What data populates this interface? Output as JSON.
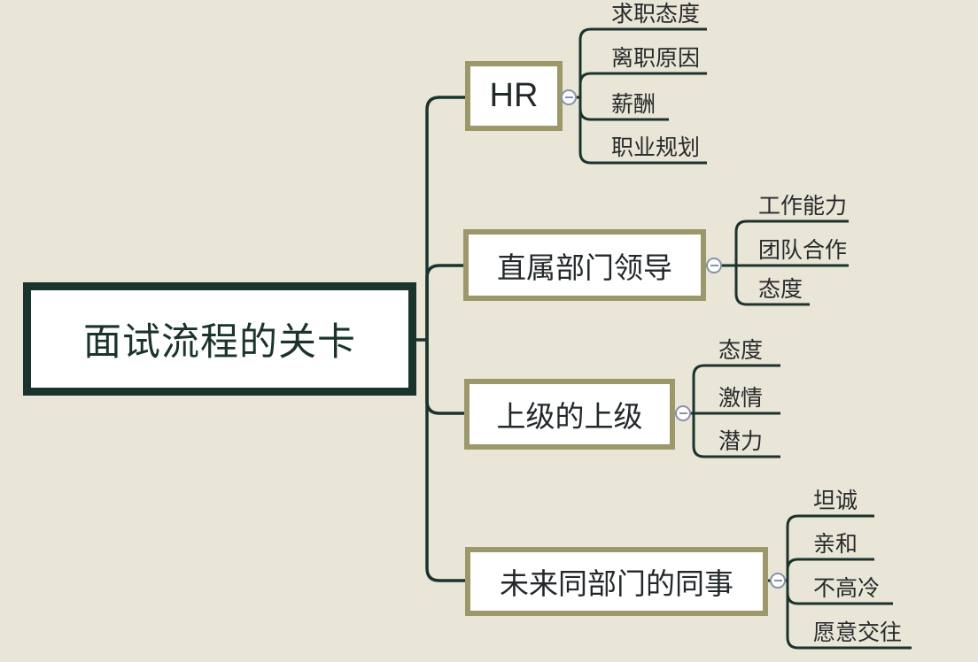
{
  "diagram": {
    "type": "mindmap",
    "root": {
      "label": "面试流程的关卡"
    },
    "branches": [
      {
        "label": "HR",
        "collapse_state": "expanded",
        "children": [
          "求职态度",
          "离职原因",
          "薪酬",
          "职业规划"
        ]
      },
      {
        "label": "直属部门领导",
        "collapse_state": "expanded",
        "children": [
          "工作能力",
          "团队合作",
          "态度"
        ]
      },
      {
        "label": "上级的上级",
        "collapse_state": "expanded",
        "children": [
          "态度",
          "激情",
          "潜力"
        ]
      },
      {
        "label": "未来同部门的同事",
        "collapse_state": "expanded",
        "children": [
          "坦诚",
          "亲和",
          "不高冷",
          "愿意交往"
        ]
      }
    ],
    "icons": {
      "collapse": "minus-circle-icon"
    },
    "colors": {
      "background": "#e9e6d8",
      "line": "#1b332d",
      "root_border": "#1b332d",
      "branch_border": "#9c986b",
      "node_background": "#ffffff",
      "collapse_button": "#8793ab",
      "leaf_text": "#27292b"
    }
  }
}
